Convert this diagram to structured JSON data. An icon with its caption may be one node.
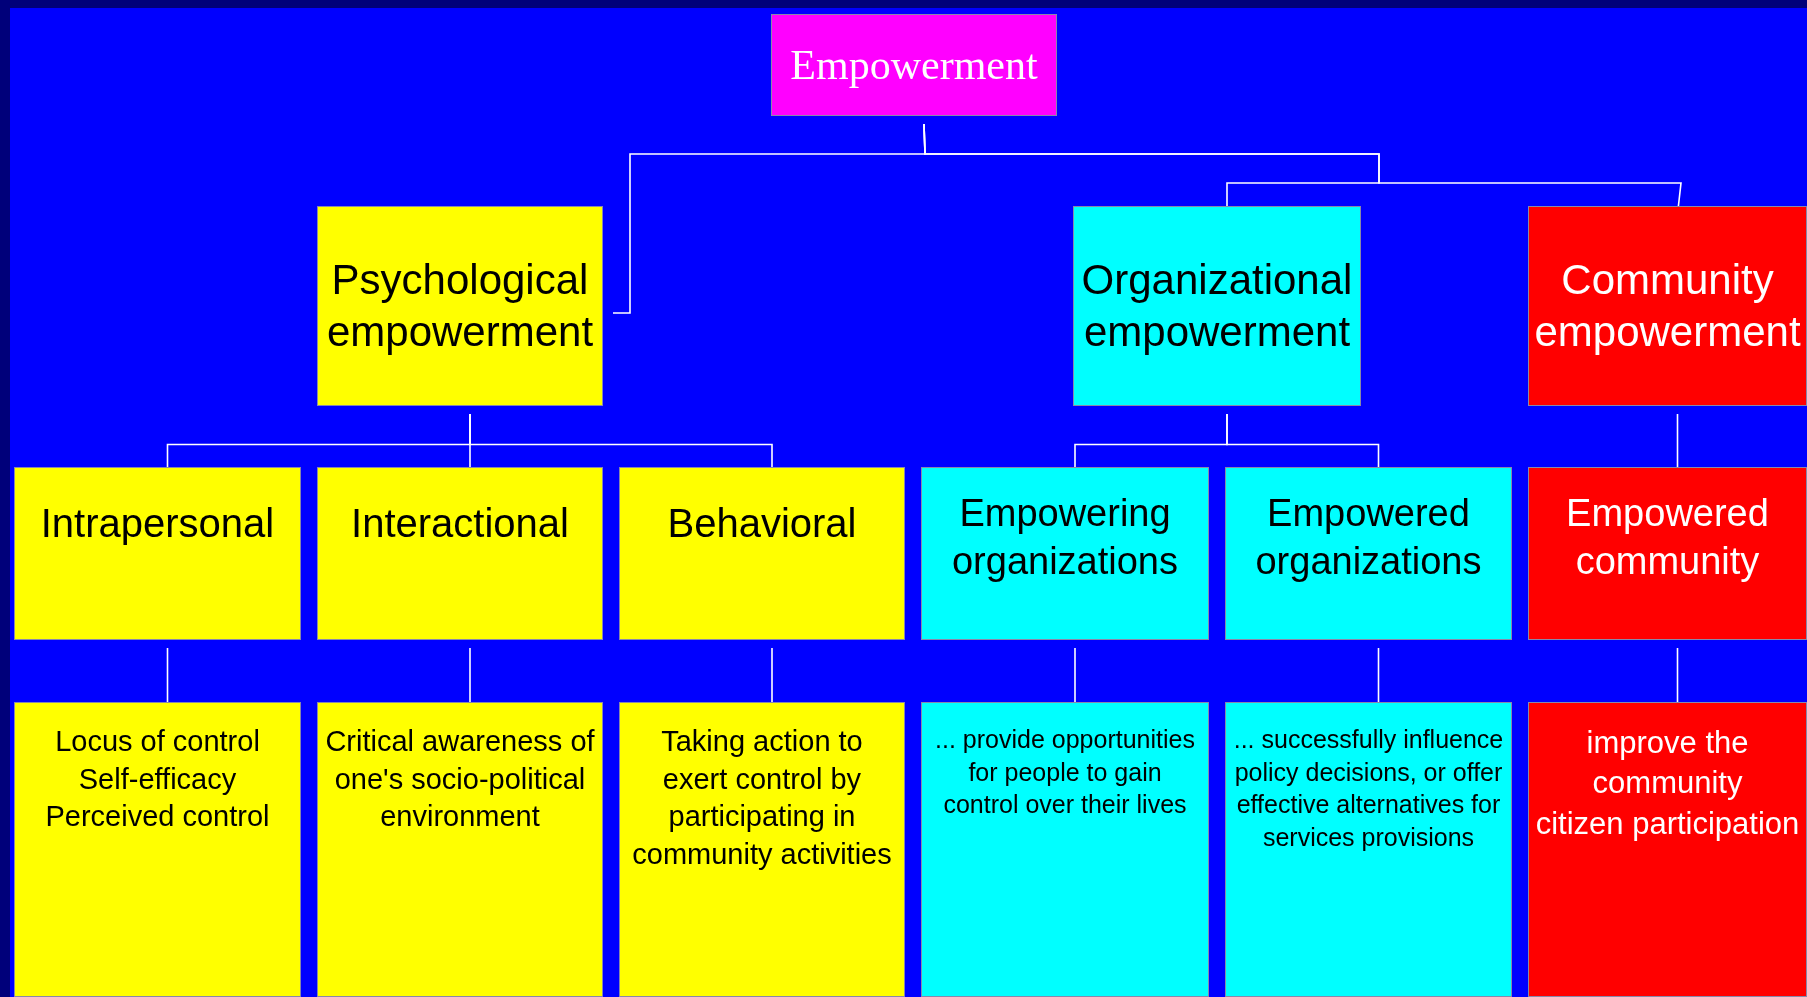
{
  "diagram": {
    "nodes": [
      {
        "text": [
          "Empowerment"
        ]
      },
      {
        "text": [
          "Psychological empowerment"
        ]
      },
      {
        "text": [
          "Organizational empowerment"
        ]
      },
      {
        "text": [
          "Community empowerment"
        ]
      },
      {
        "text": [
          "Intrapersonal"
        ]
      },
      {
        "text": [
          "Interactional"
        ]
      },
      {
        "text": [
          "Behavioral"
        ]
      },
      {
        "text": [
          "Empowering organizations"
        ]
      },
      {
        "text": [
          "Empowered organizations"
        ]
      },
      {
        "text": [
          "Empowered community"
        ]
      },
      {
        "text": [
          "Locus of control",
          "Self-efficacy",
          "Perceived control"
        ]
      },
      {
        "text": [
          "Critical awareness of one's socio-political environment"
        ]
      },
      {
        "text": [
          "Taking action to exert control by participating in community activities"
        ]
      },
      {
        "text": [
          "... provide opportunities for people to gain control over their lives"
        ]
      },
      {
        "text": [
          "... successfully influence policy decisions, or offer effective alternatives for services provisions"
        ]
      },
      {
        "text": [
          "improve the community",
          "citizen participation"
        ]
      }
    ],
    "edges": [
      {
        "from": 0,
        "to": 1,
        "arrow": "none"
      },
      {
        "from": 0,
        "to": 2,
        "arrow": "none"
      },
      {
        "from": 0,
        "to": 3,
        "arrow": "none"
      },
      {
        "from": 1,
        "to": 4,
        "arrow": "none"
      },
      {
        "from": 1,
        "to": 5,
        "arrow": "none"
      },
      {
        "from": 1,
        "to": 6,
        "arrow": "none"
      },
      {
        "from": 2,
        "to": 7,
        "arrow": "none"
      },
      {
        "from": 2,
        "to": 8,
        "arrow": "none"
      },
      {
        "from": 3,
        "to": 9,
        "arrow": "none"
      },
      {
        "from": 4,
        "to": 10,
        "arrow": "none"
      },
      {
        "from": 5,
        "to": 11,
        "arrow": "none"
      },
      {
        "from": 6,
        "to": 12,
        "arrow": "none"
      },
      {
        "from": 7,
        "to": 13,
        "arrow": "none"
      },
      {
        "from": 8,
        "to": 14,
        "arrow": "none"
      },
      {
        "from": 9,
        "to": 15,
        "arrow": "none"
      }
    ]
  }
}
